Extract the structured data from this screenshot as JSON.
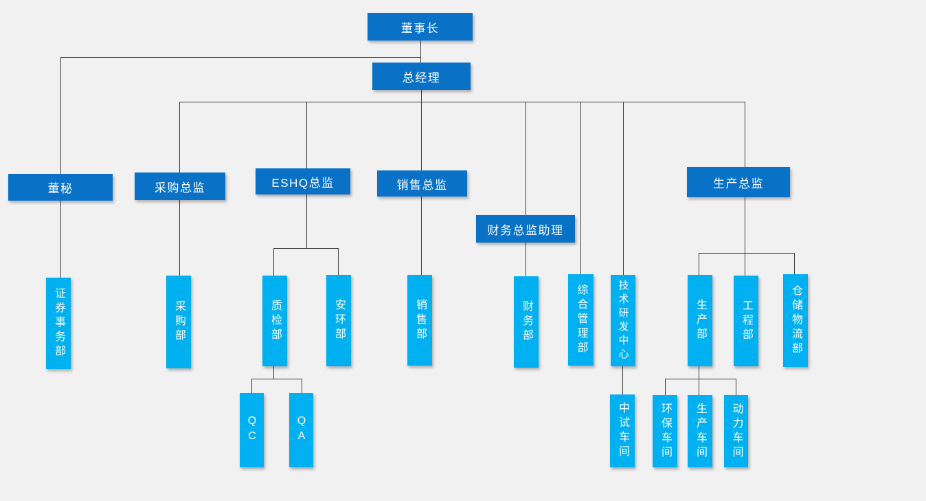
{
  "diagram_type": "org-chart",
  "palette": {
    "level_box": "#0a72c6",
    "dept_box": "#00b0f0",
    "connector": "#3d3d3d",
    "background": "#f1f1f2",
    "text": "#ffffff"
  },
  "nodes": {
    "chairman": {
      "label": "董事长"
    },
    "general_manager": {
      "label": "总经理"
    },
    "board_secretary": {
      "label": "董秘"
    },
    "procurement_director": {
      "label": "采购总监"
    },
    "eshq_director": {
      "label": "ESHQ总监"
    },
    "sales_director": {
      "label": "销售总监"
    },
    "finance_director_assistant": {
      "label": "财务总监助理"
    },
    "production_director": {
      "label": "生产总监"
    },
    "securities_affairs_dept": {
      "label": "证券事务部"
    },
    "procurement_dept": {
      "label": "采购部"
    },
    "quality_inspection_dept": {
      "label": "质检部"
    },
    "safety_env_dept": {
      "label": "安环部"
    },
    "sales_dept": {
      "label": "销售部"
    },
    "finance_dept": {
      "label": "财务部"
    },
    "general_management_dept": {
      "label": "综合管理部"
    },
    "tech_rd_center": {
      "label": "技术研发中心"
    },
    "production_dept": {
      "label": "生产部"
    },
    "engineering_dept": {
      "label": "工程部"
    },
    "warehouse_logistics_dept": {
      "label": "仓储物流部"
    },
    "qc": {
      "label": "QC"
    },
    "qa": {
      "label": "QA"
    },
    "pilot_workshop": {
      "label": "中试车间"
    },
    "env_protection_workshop": {
      "label": "环保车间"
    },
    "production_workshop": {
      "label": "生产车间"
    },
    "power_workshop": {
      "label": "动力车间"
    }
  },
  "edges": [
    [
      "chairman",
      "general_manager"
    ],
    [
      "chairman",
      "board_secretary"
    ],
    [
      "board_secretary",
      "securities_affairs_dept"
    ],
    [
      "general_manager",
      "procurement_director"
    ],
    [
      "general_manager",
      "eshq_director"
    ],
    [
      "general_manager",
      "sales_director"
    ],
    [
      "general_manager",
      "finance_director_assistant"
    ],
    [
      "general_manager",
      "general_management_dept"
    ],
    [
      "general_manager",
      "tech_rd_center"
    ],
    [
      "general_manager",
      "production_director"
    ],
    [
      "procurement_director",
      "procurement_dept"
    ],
    [
      "eshq_director",
      "quality_inspection_dept"
    ],
    [
      "eshq_director",
      "safety_env_dept"
    ],
    [
      "quality_inspection_dept",
      "qc"
    ],
    [
      "quality_inspection_dept",
      "qa"
    ],
    [
      "sales_director",
      "sales_dept"
    ],
    [
      "finance_director_assistant",
      "finance_dept"
    ],
    [
      "tech_rd_center",
      "pilot_workshop"
    ],
    [
      "production_director",
      "production_dept"
    ],
    [
      "production_director",
      "engineering_dept"
    ],
    [
      "production_director",
      "warehouse_logistics_dept"
    ],
    [
      "production_dept",
      "env_protection_workshop"
    ],
    [
      "production_dept",
      "production_workshop"
    ],
    [
      "production_dept",
      "power_workshop"
    ]
  ]
}
